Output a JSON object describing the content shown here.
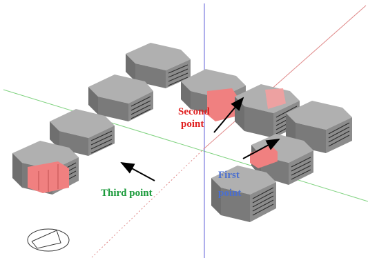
{
  "colors": {
    "background": "#ffffff",
    "axis_x": "#e08a8a",
    "axis_y": "#7a7adf",
    "axis_z": "#7fd27f",
    "building_top": "#b0b0b0",
    "building_left": "#6f6f6f",
    "building_right": "#8c8c8c",
    "window_line": "#2a2a2a",
    "selected_fill": "#f08080",
    "label_first": "#4a6fd0",
    "label_second": "#e02020",
    "label_third": "#1a9a3a",
    "arrow": "#000000"
  },
  "labels": {
    "first_point_l1": "First",
    "first_point_l2": "point",
    "second_point_l1": "Second",
    "second_point_l2": "point",
    "third_point": "Third point"
  },
  "icons": {
    "view_cube": "view-orientation-icon"
  }
}
